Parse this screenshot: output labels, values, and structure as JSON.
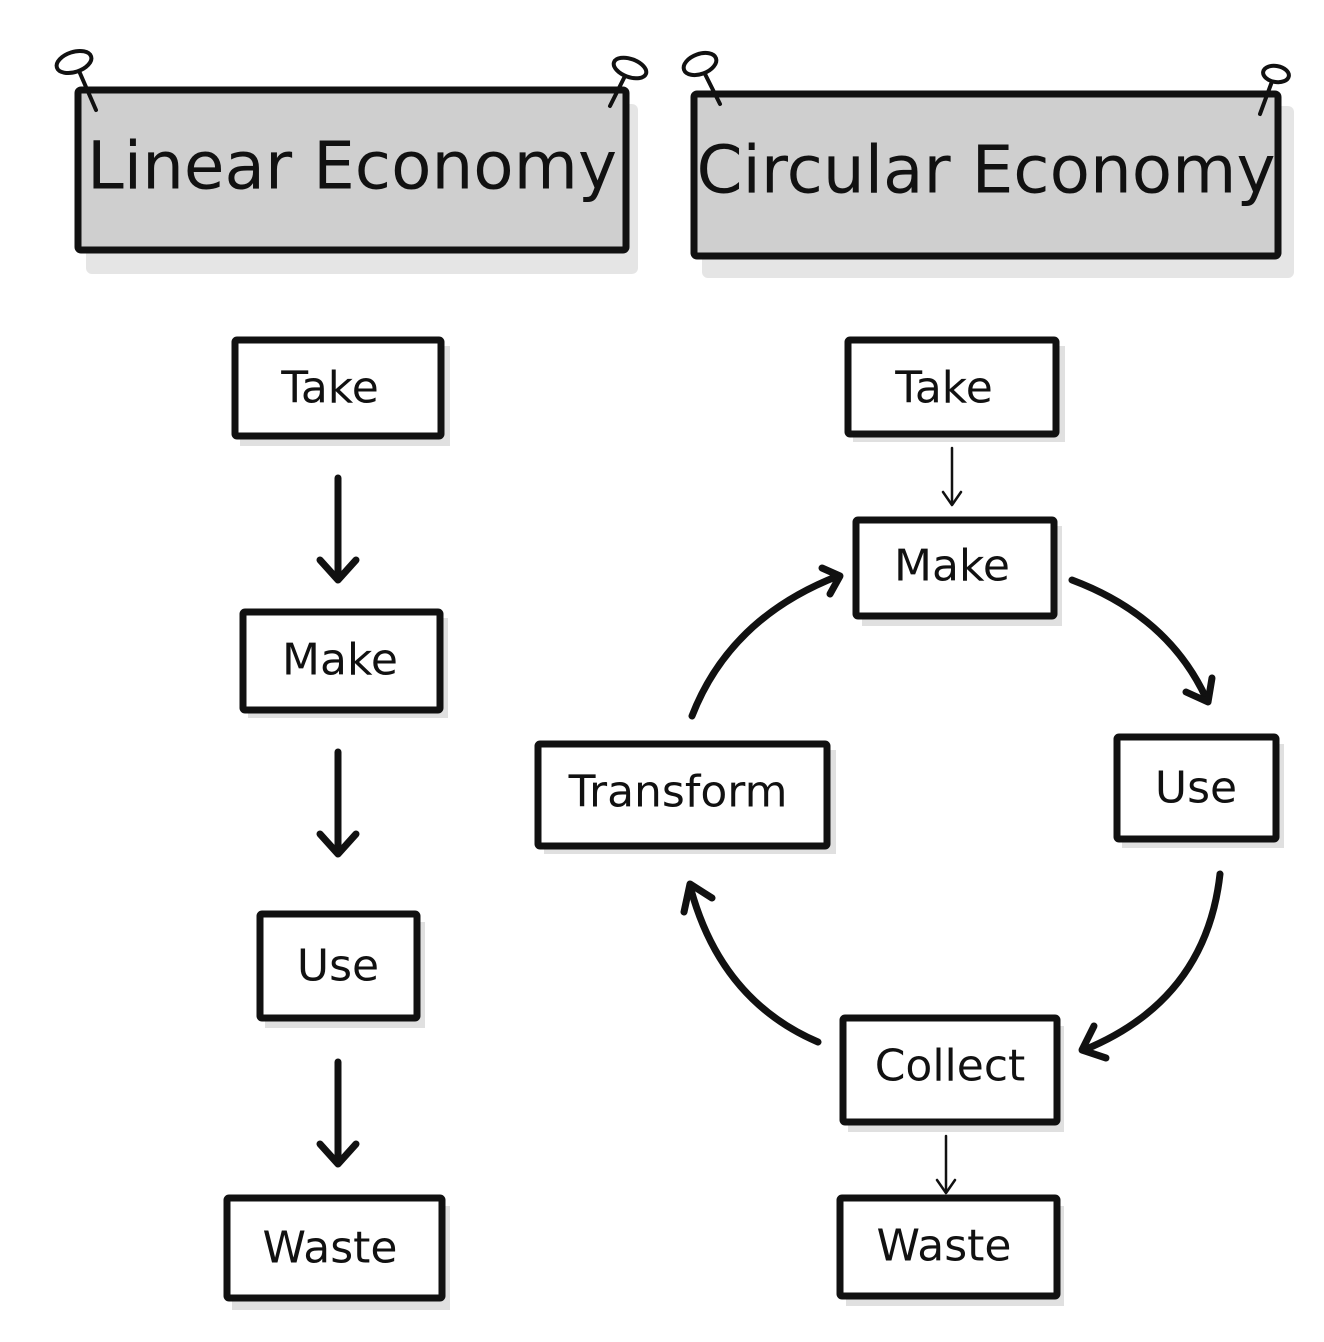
{
  "linear": {
    "title": "Linear Economy",
    "steps": [
      "Take",
      "Make",
      "Use",
      "Waste"
    ]
  },
  "circular": {
    "title": "Circular Economy",
    "take": "Take",
    "make": "Make",
    "use": "Use",
    "collect": "Collect",
    "transform": "Transform",
    "waste": "Waste"
  }
}
